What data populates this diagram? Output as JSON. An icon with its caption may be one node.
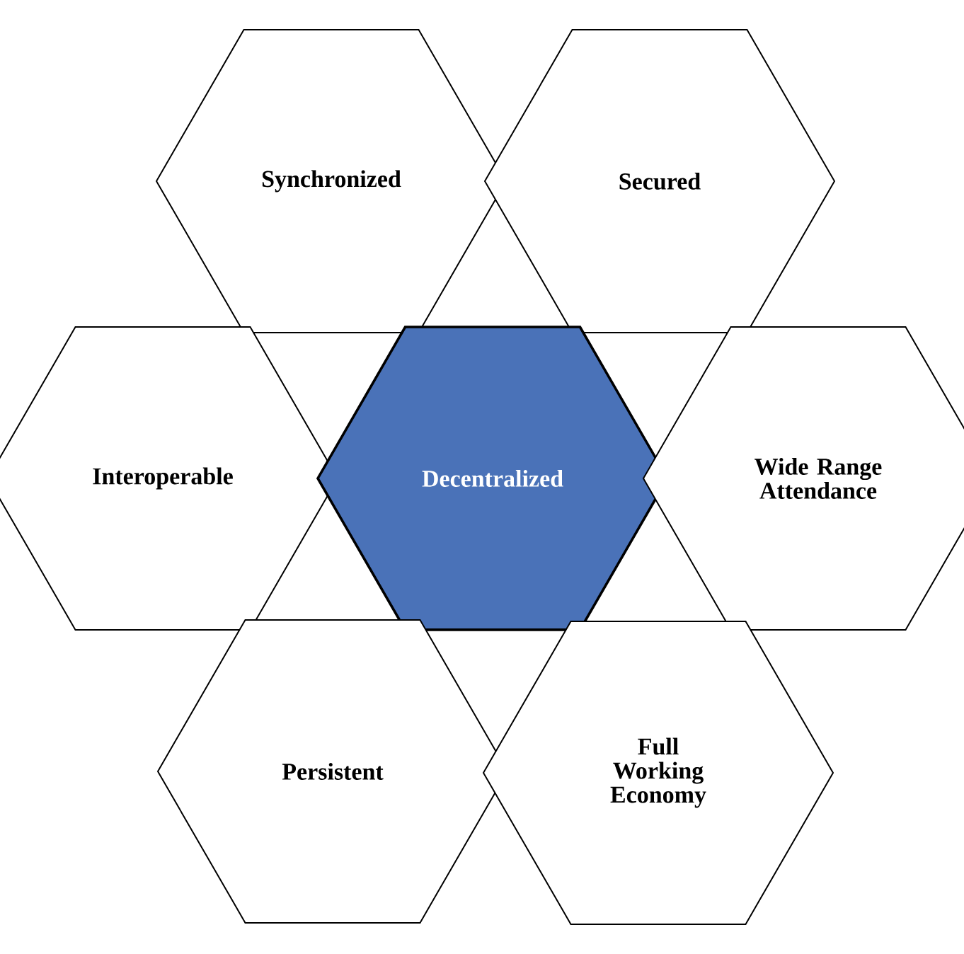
{
  "diagram": {
    "nodes": [
      {
        "text": [
          "Synchronized"
        ]
      },
      {
        "text": [
          "Secured"
        ]
      },
      {
        "text": [
          "Interoperable"
        ]
      },
      {
        "text": [
          "Decentralized"
        ]
      },
      {
        "text": [
          "Wide Range Attendance"
        ]
      },
      {
        "text": [
          "Persistent"
        ]
      },
      {
        "text": [
          "Full Working Economy"
        ]
      }
    ]
  }
}
